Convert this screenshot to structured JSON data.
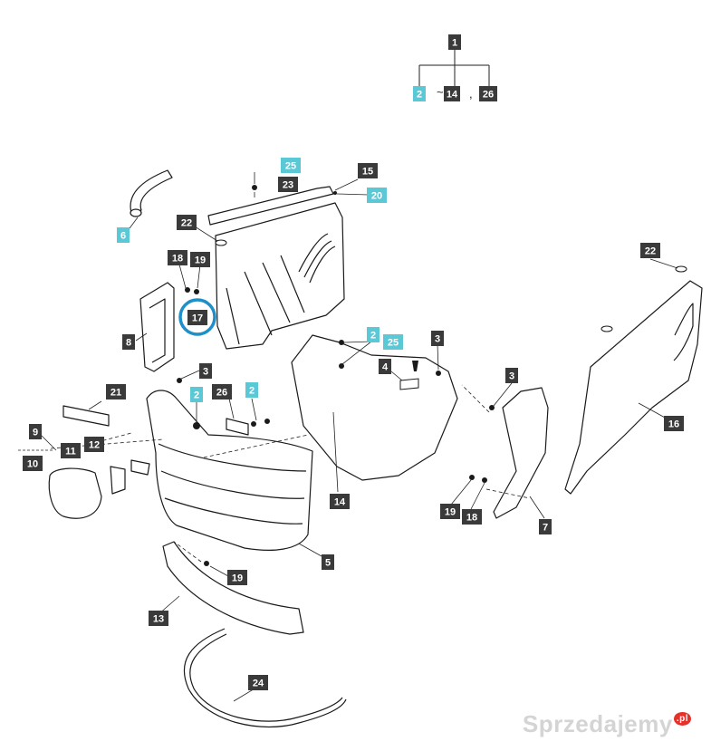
{
  "diagram": {
    "header": {
      "top": "1",
      "items": [
        "2",
        "14",
        "26"
      ],
      "range_sign": "~",
      "separator": ","
    },
    "callouts": [
      {
        "id": "c25a",
        "text": "25",
        "style": "cyan"
      },
      {
        "id": "c23",
        "text": "23",
        "style": "dark"
      },
      {
        "id": "c15",
        "text": "15",
        "style": "dark"
      },
      {
        "id": "c20",
        "text": "20",
        "style": "cyan"
      },
      {
        "id": "c6",
        "text": "6",
        "style": "cyan"
      },
      {
        "id": "c22a",
        "text": "22",
        "style": "dark"
      },
      {
        "id": "c18a",
        "text": "18",
        "style": "dark"
      },
      {
        "id": "c19a",
        "text": "19",
        "style": "dark"
      },
      {
        "id": "c17",
        "text": "17",
        "style": "dark",
        "highlighted": true
      },
      {
        "id": "c8",
        "text": "8",
        "style": "dark"
      },
      {
        "id": "c3a",
        "text": "3",
        "style": "dark"
      },
      {
        "id": "c2a",
        "text": "2",
        "style": "cyan"
      },
      {
        "id": "c25b",
        "text": "25",
        "style": "cyan"
      },
      {
        "id": "c3b",
        "text": "3",
        "style": "dark"
      },
      {
        "id": "c4",
        "text": "4",
        "style": "dark"
      },
      {
        "id": "c22b",
        "text": "22",
        "style": "dark"
      },
      {
        "id": "c21",
        "text": "21",
        "style": "dark"
      },
      {
        "id": "c2b",
        "text": "2",
        "style": "cyan"
      },
      {
        "id": "c26",
        "text": "26",
        "style": "dark"
      },
      {
        "id": "c2c",
        "text": "2",
        "style": "cyan"
      },
      {
        "id": "c3c",
        "text": "3",
        "style": "dark"
      },
      {
        "id": "c16",
        "text": "16",
        "style": "dark"
      },
      {
        "id": "c9",
        "text": "9",
        "style": "dark"
      },
      {
        "id": "c11",
        "text": "11",
        "style": "dark"
      },
      {
        "id": "c12",
        "text": "12",
        "style": "dark"
      },
      {
        "id": "c10",
        "text": "10",
        "style": "dark"
      },
      {
        "id": "c14",
        "text": "14",
        "style": "dark"
      },
      {
        "id": "c19b",
        "text": "19",
        "style": "dark"
      },
      {
        "id": "c18b",
        "text": "18",
        "style": "dark"
      },
      {
        "id": "c7",
        "text": "7",
        "style": "dark"
      },
      {
        "id": "c5",
        "text": "5",
        "style": "dark"
      },
      {
        "id": "c19c",
        "text": "19",
        "style": "dark"
      },
      {
        "id": "c13",
        "text": "13",
        "style": "dark"
      },
      {
        "id": "c24",
        "text": "24",
        "style": "dark"
      }
    ],
    "colors": {
      "dark_fill": "#3a3a3a",
      "cyan_fill": "#5bc8d6",
      "label_text": "#ffffff",
      "line": "#222222",
      "highlight_ring": "#1f8fc7"
    }
  },
  "watermark": {
    "text": "Sprzedajemy",
    "badge": ".pl",
    "badge_color": "#e8302a"
  }
}
